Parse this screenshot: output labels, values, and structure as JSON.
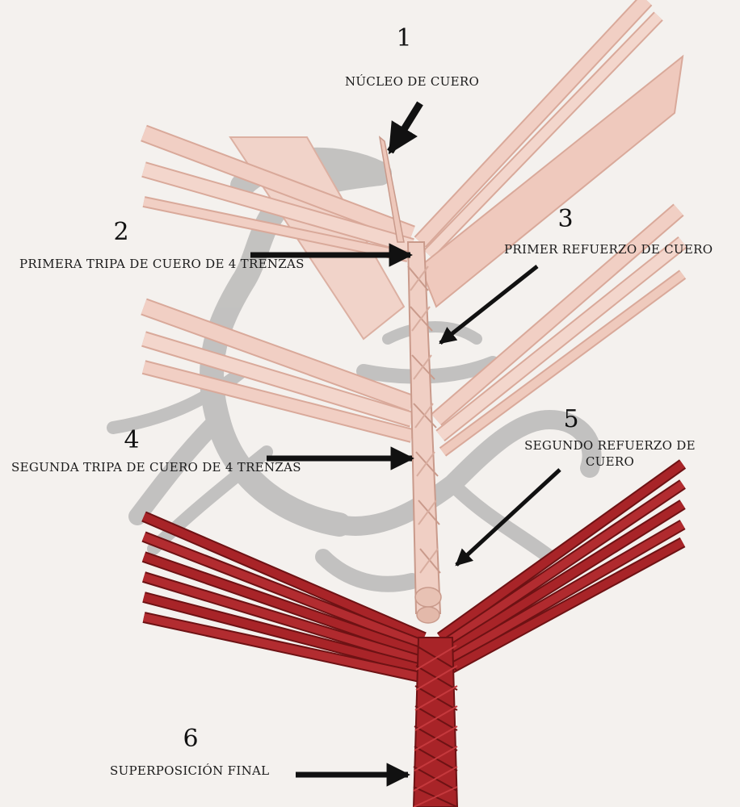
{
  "steps": [
    {
      "number": "1",
      "label": "NÚCLEO DE CUERO"
    },
    {
      "number": "2",
      "label": "PRIMERA TRIPA DE CUERO DE 4 TRENZAS"
    },
    {
      "number": "3",
      "label": "PRIMER REFUERZO DE CUERO"
    },
    {
      "number": "4",
      "label": "SEGUNDA TRIPA DE CUERO DE 4 TRENZAS"
    },
    {
      "number": "5",
      "label": "SEGUNDO REFUERZO DE CUERO"
    },
    {
      "number": "6",
      "label": "SUPERPOSICIÓN FINAL"
    }
  ],
  "colors": {
    "background": "#f4f1ee",
    "raw_leather": "#f1cfc4",
    "raw_leather_shade": "#d9a99a",
    "red_leather": "#a82428",
    "red_leather_dark": "#6e1214",
    "watermark": "#9b9b9b",
    "arrow": "#111111"
  }
}
